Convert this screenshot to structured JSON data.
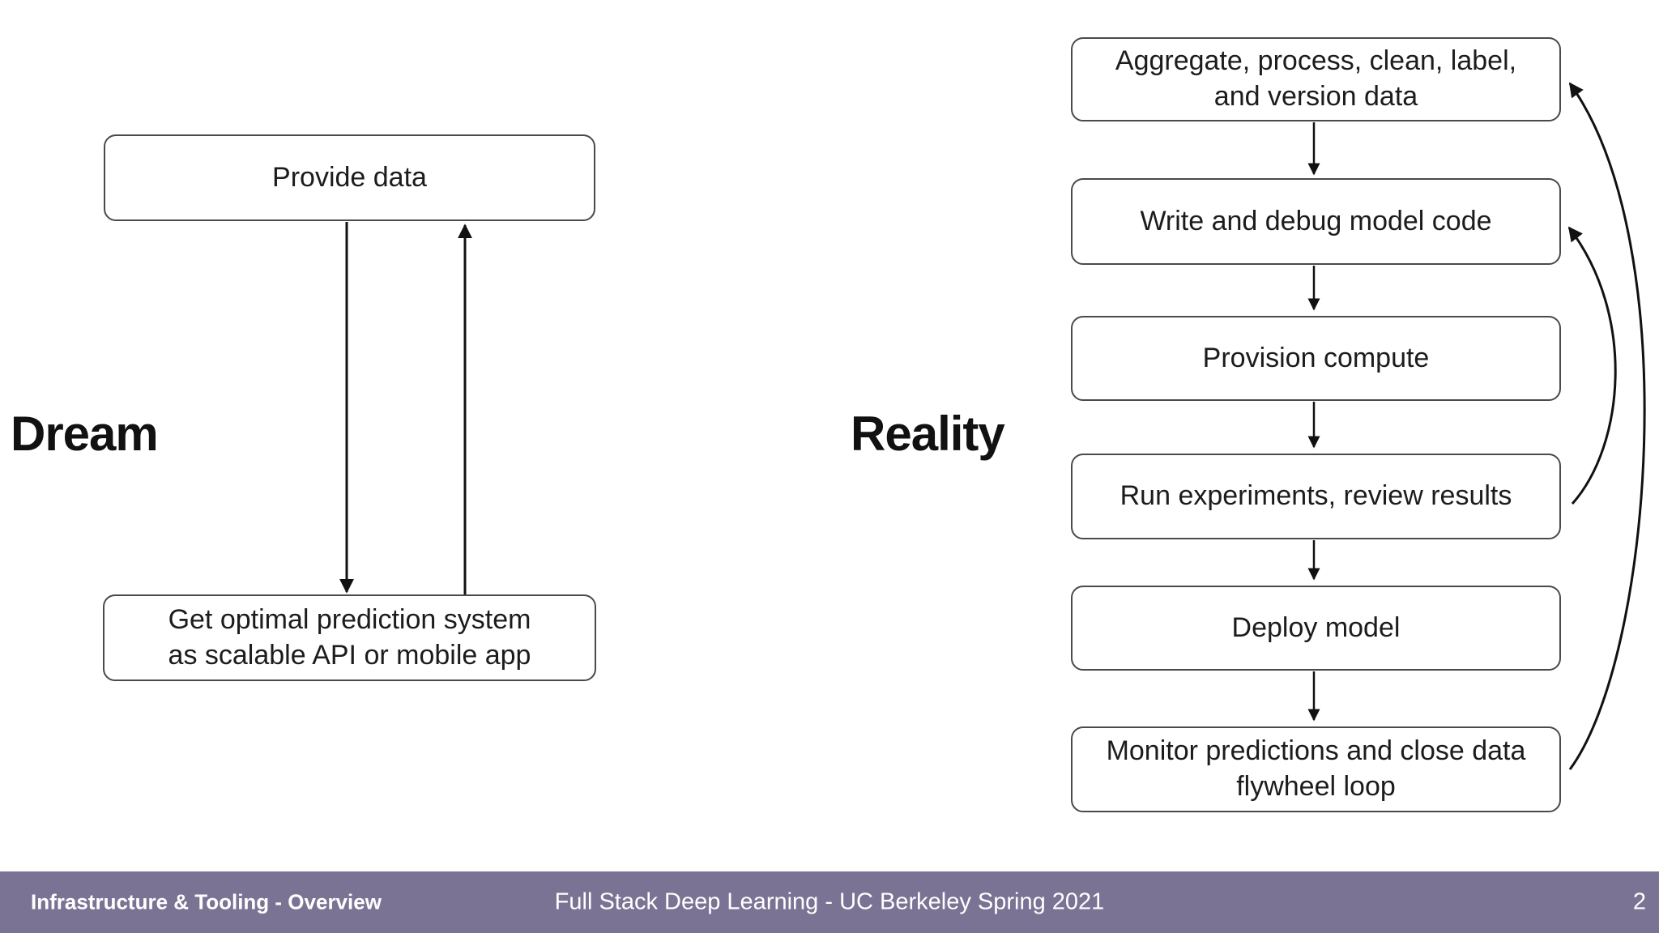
{
  "slide": {
    "dream": {
      "label": "Dream",
      "top_box": "Provide data",
      "bottom_box": "Get optimal prediction system\nas scalable API or mobile app"
    },
    "reality": {
      "label": "Reality",
      "steps": [
        "Aggregate, process, clean, label,\nand version data",
        "Write and debug model code",
        "Provision compute",
        "Run experiments, review results",
        "Deploy model",
        "Monitor predictions and close data\nflywheel loop"
      ]
    }
  },
  "footer": {
    "section_title": "Infrastructure & Tooling - Overview",
    "course_title": "Full Stack Deep Learning - UC Berkeley Spring 2021",
    "page_number": "2",
    "background_color": "#7b7394",
    "text_color": "#ffffff"
  },
  "colors": {
    "background": "#ffffff",
    "box_border": "#4a4a4a",
    "arrow": "#111111",
    "text": "#1c1c1c"
  }
}
